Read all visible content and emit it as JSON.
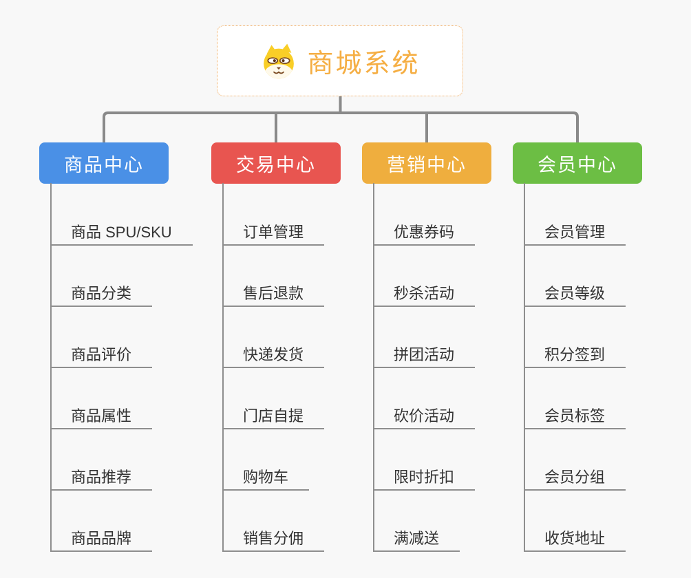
{
  "canvas": {
    "background": "#F8F8F8"
  },
  "root": {
    "title": "商城系统",
    "icon": "dog-face-icon",
    "accent_color": "#F5AE43",
    "border_color": "#EFA757",
    "fill": "#FFFFFF"
  },
  "connectors": {
    "top_line_color": "#8A8A8A",
    "child_line_color": "#8E8E8E"
  },
  "child_text_color": "#333333",
  "branches": [
    {
      "label": "商品中心",
      "color": "#4A90E6",
      "children": [
        "商品 SPU/SKU",
        "商品分类",
        "商品评价",
        "商品属性",
        "商品推荐",
        "商品品牌"
      ]
    },
    {
      "label": "交易中心",
      "color": "#E85550",
      "children": [
        "订单管理",
        "售后退款",
        "快递发货",
        "门店自提",
        "购物车",
        "销售分佣"
      ]
    },
    {
      "label": "营销中心",
      "color": "#EFAE3E",
      "children": [
        "优惠券码",
        "秒杀活动",
        "拼团活动",
        "砍价活动",
        "限时折扣",
        "满减送"
      ]
    },
    {
      "label": "会员中心",
      "color": "#6CBE44",
      "children": [
        "会员管理",
        "会员等级",
        "积分签到",
        "会员标签",
        "会员分组",
        "收货地址"
      ]
    }
  ]
}
